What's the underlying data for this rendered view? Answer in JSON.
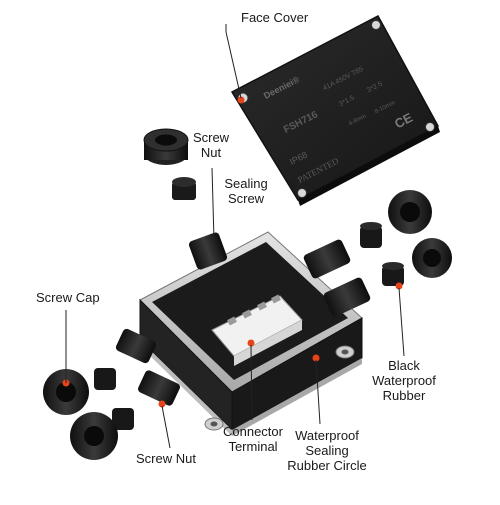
{
  "labels": {
    "face_cover": "Face Cover",
    "screw_nut_top_line1": "Screw",
    "screw_nut_top_line2": "Nut",
    "sealing_screw_line1": "Sealing",
    "sealing_screw_line2": "Screw",
    "screw_cap": "Screw Cap",
    "black_rubber_line1": "Black",
    "black_rubber_line2": "Waterproof",
    "black_rubber_line3": "Rubber",
    "connector_line1": "Connector",
    "connector_line2": "Terminal",
    "waterproof_circle_line1": "Waterproof",
    "waterproof_circle_line2": "Sealing",
    "waterproof_circle_line3": "Rubber Circle",
    "screw_nut_bottom": "Screw Nut"
  },
  "cover_print": {
    "brand": "Deeniei®",
    "model": "FSH716",
    "rating_ip": "IP68",
    "patented": "PATENTED",
    "electrical": "41A 450V T85",
    "wire_size_1": "3*1.5",
    "wire_size_2": "3*2.5",
    "cable_range_1": "4-8mm",
    "cable_range_2": "8-10mm",
    "ce_mark": "CE"
  },
  "colors": {
    "accent_dot": "#e8441a",
    "plastic_black": "#1e1e1e",
    "seal_gray": "#cfcfcf"
  }
}
